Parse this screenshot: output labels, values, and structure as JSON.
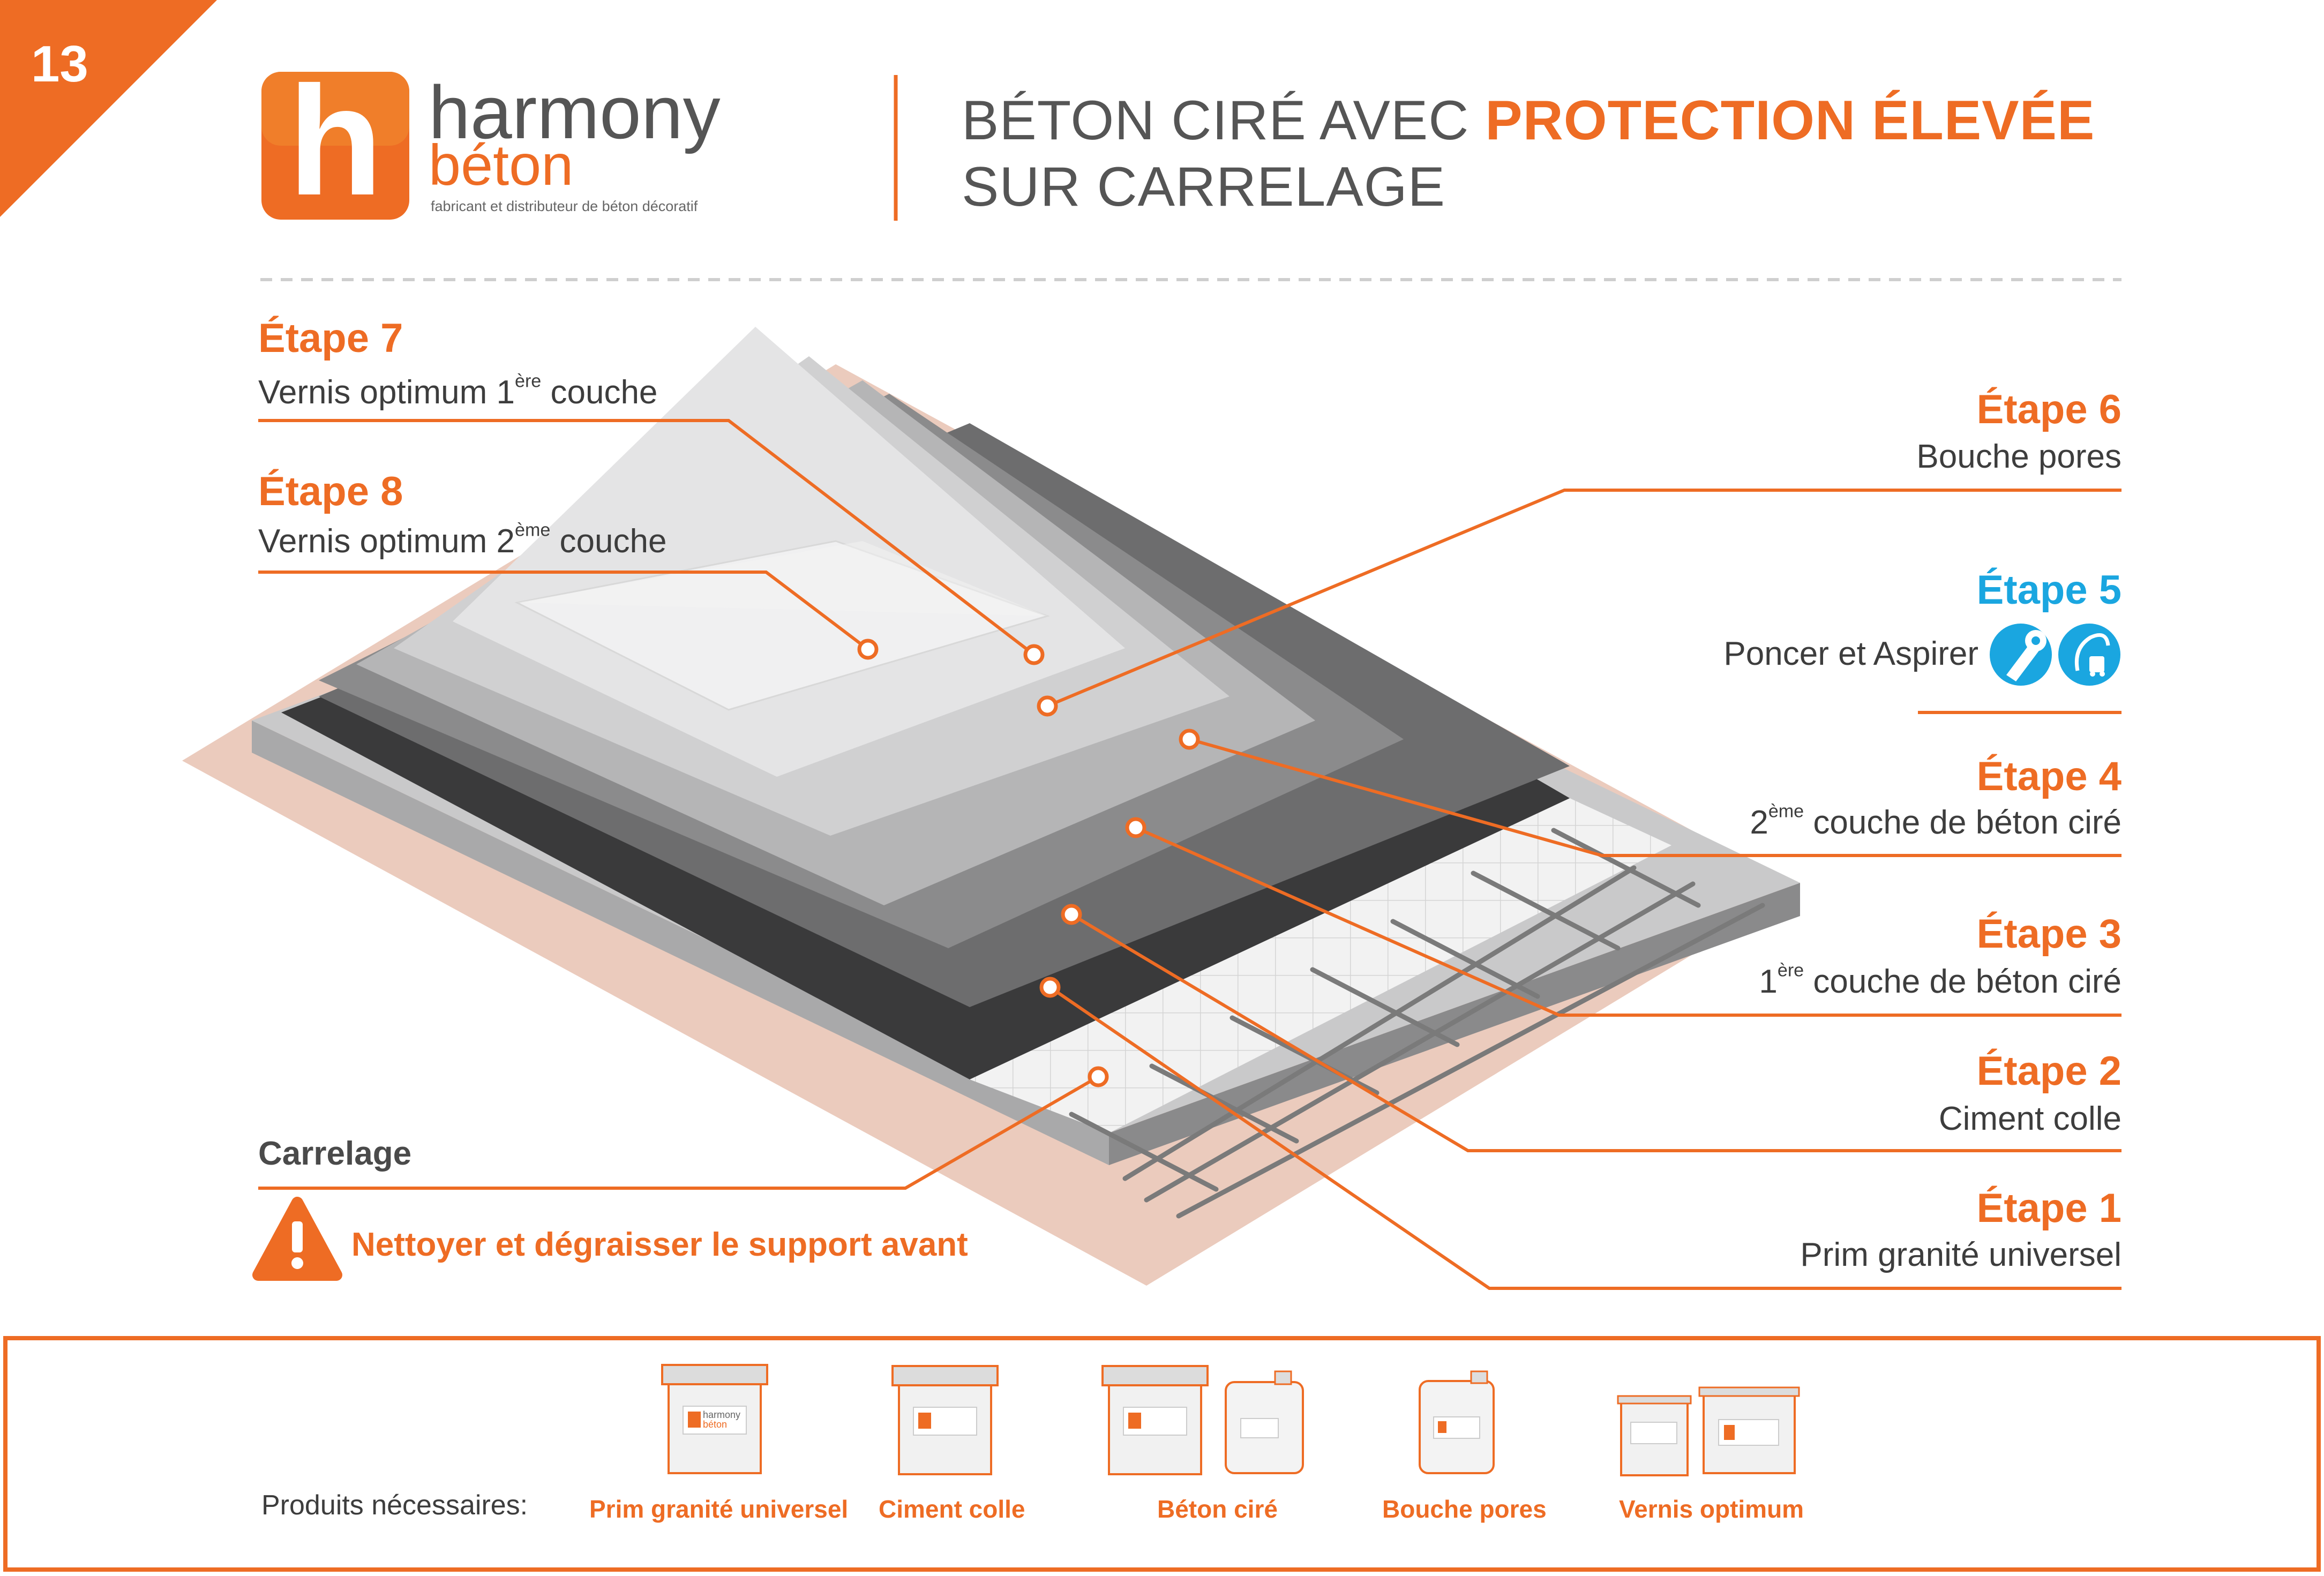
{
  "page_number": "13",
  "brand": {
    "name_line1": "harmony",
    "name_line2": "béton",
    "tagline": "fabricant et distributeur de béton décoratif",
    "logo_letter": "h"
  },
  "headline": {
    "line1_plain": "BÉTON CIRÉ AVEC ",
    "line1_highlight": "PROTECTION ÉLEVÉE",
    "line2": "SUR CARRELAGE"
  },
  "steps": {
    "etape7": {
      "title": "Étape 7",
      "desc_a": "Vernis optimum 1",
      "desc_sup": "ère",
      "desc_b": " couche"
    },
    "etape8": {
      "title": "Étape 8",
      "desc_a": "Vernis optimum 2",
      "desc_sup": "ème",
      "desc_b": " couche"
    },
    "etape6": {
      "title": "Étape 6",
      "desc": "Bouche pores"
    },
    "etape5": {
      "title": "Étape 5",
      "desc": "Poncer et Aspirer",
      "icons": [
        "sander-icon",
        "vacuum-icon"
      ]
    },
    "etape4": {
      "title": "Étape 4",
      "desc_a": "2",
      "desc_sup": "ème",
      "desc_b": " couche de béton ciré"
    },
    "etape3": {
      "title": "Étape 3",
      "desc_a": "1",
      "desc_sup": "ère",
      "desc_b": " couche de béton ciré"
    },
    "etape2": {
      "title": "Étape 2",
      "desc": "Ciment colle"
    },
    "etape1": {
      "title": "Étape 1",
      "desc": "Prim granité universel"
    }
  },
  "carrelage": {
    "label": "Carrelage"
  },
  "warning": {
    "text": "Nettoyer et dégraisser le support avant",
    "icon": "warning-triangle-icon"
  },
  "products": {
    "intro": "Produits nécessaires:",
    "items": [
      "Prim granité universel",
      "Ciment colle",
      "Béton ciré",
      "Bouche pores",
      "Vernis optimum"
    ],
    "product_brand_line1": "harmony",
    "product_brand_line2": "béton"
  },
  "colors": {
    "accent": "#EE6C24",
    "step5_accent": "#1AA6E0",
    "text": "#3d3d3d"
  }
}
